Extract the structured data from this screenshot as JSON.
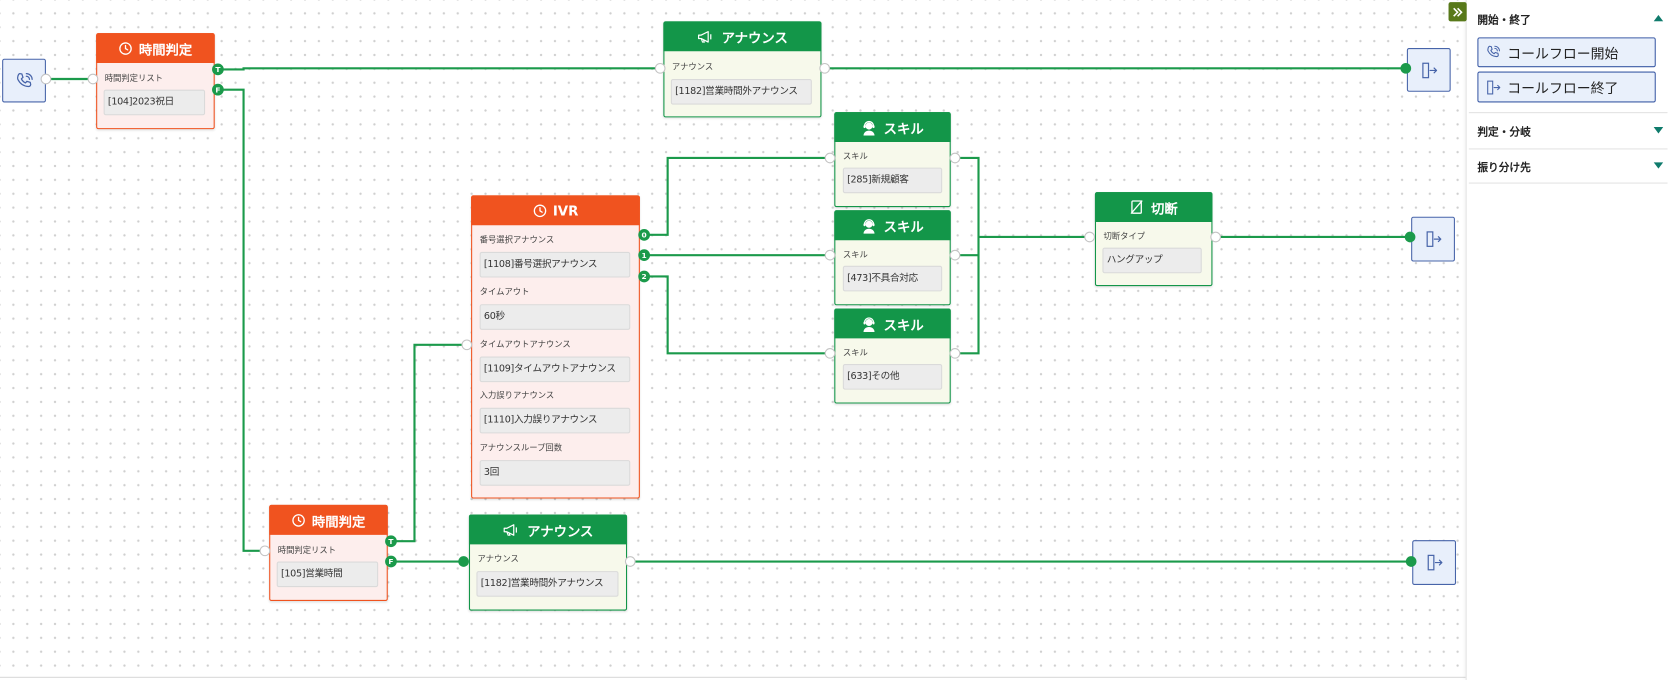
{
  "colors": {
    "line": "#1b9a4b",
    "decision_header": "#f0531f",
    "decision_body": "#fdeeed",
    "action_header": "#139649",
    "action_body": "#f7f9eb",
    "terminal_fill": "#e8effb",
    "terminal_border": "#4764a9",
    "field_fill": "#ececec",
    "accent": "#0f7b6c",
    "toggle": "#58791a",
    "port_border": "#c4c4c4"
  },
  "panel_toggle": {
    "icon": "double-chevron-right-icon"
  },
  "palette": {
    "sections": [
      {
        "title": "開始・終了",
        "expanded": true,
        "icon": "chevron-up-icon",
        "items": [
          {
            "label": "コールフロー開始",
            "icon": "phone-icon"
          },
          {
            "label": "コールフロー終了",
            "icon": "exit-icon"
          }
        ]
      },
      {
        "title": "判定・分岐",
        "expanded": false,
        "icon": "chevron-down-icon"
      },
      {
        "title": "振り分け先",
        "expanded": false,
        "icon": "chevron-down-icon"
      }
    ]
  },
  "flow": {
    "start": {
      "icon": "phone-icon"
    },
    "time_check_1": {
      "title": "時間判定",
      "icon": "clock-icon",
      "fields": [
        {
          "label": "時間判定リスト",
          "value": "[104]2023祝日"
        }
      ],
      "outputs": [
        "T",
        "F"
      ]
    },
    "announcement_1": {
      "title": "アナウンス",
      "icon": "megaphone-icon",
      "fields": [
        {
          "label": "アナウンス",
          "value": "[1182]営業時間外アナウンス"
        }
      ]
    },
    "ivr": {
      "title": "IVR",
      "icon": "clock-icon",
      "fields": [
        {
          "label": "番号選択アナウンス",
          "value": "[1108]番号選択アナウンス"
        },
        {
          "label": "タイムアウト",
          "value": "60秒"
        },
        {
          "label": "タイムアウトアナウンス",
          "value": "[1109]タイムアウトアナウンス"
        },
        {
          "label": "入力誤りアナウンス",
          "value": "[1110]入力誤りアナウンス"
        },
        {
          "label": "アナウンスループ回数",
          "value": "3回"
        }
      ],
      "outputs": [
        "0",
        "1",
        "2"
      ]
    },
    "skill_1": {
      "title": "スキル",
      "icon": "headset-icon",
      "fields": [
        {
          "label": "スキル",
          "value": "[285]新規顧客"
        }
      ]
    },
    "skill_2": {
      "title": "スキル",
      "icon": "headset-icon",
      "fields": [
        {
          "label": "スキル",
          "value": "[473]不具合対応"
        }
      ]
    },
    "skill_3": {
      "title": "スキル",
      "icon": "headset-icon",
      "fields": [
        {
          "label": "スキル",
          "value": "[633]その他"
        }
      ]
    },
    "disconnect": {
      "title": "切断",
      "icon": "hang-up-icon",
      "fields": [
        {
          "label": "切断タイプ",
          "value": "ハングアップ"
        }
      ]
    },
    "time_check_2": {
      "title": "時間判定",
      "icon": "clock-icon",
      "fields": [
        {
          "label": "時間判定リスト",
          "value": "[105]営業時間"
        }
      ],
      "outputs": [
        "T",
        "F"
      ]
    },
    "announcement_2": {
      "title": "アナウンス",
      "icon": "megaphone-icon",
      "fields": [
        {
          "label": "アナウンス",
          "value": "[1182]営業時間外アナウンス"
        }
      ]
    },
    "end_1": {
      "icon": "exit-icon"
    },
    "end_2": {
      "icon": "exit-icon"
    },
    "end_3": {
      "icon": "exit-icon"
    }
  }
}
